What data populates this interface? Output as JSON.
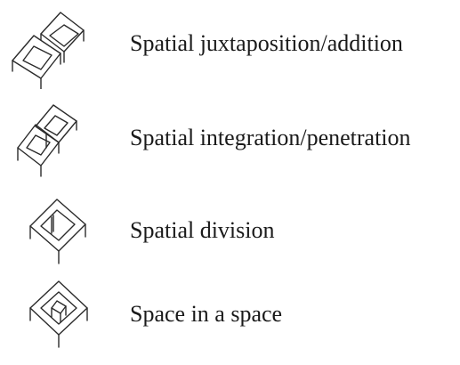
{
  "items": [
    {
      "icon": "juxtaposed-boxes-icon",
      "label": "Spatial juxtaposition/addition"
    },
    {
      "icon": "interlocking-boxes-icon",
      "label": "Spatial integration/penetration"
    },
    {
      "icon": "divided-box-icon",
      "label": "Spatial division"
    },
    {
      "icon": "nested-box-icon",
      "label": "Space in a space"
    }
  ]
}
